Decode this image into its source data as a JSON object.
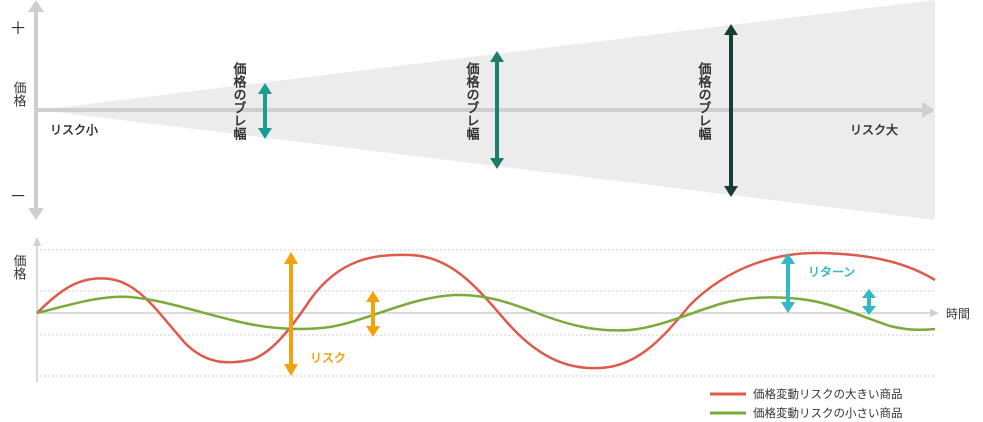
{
  "top_diagram": {
    "y_axis_label": "価格",
    "y_axis_plus": "＋",
    "y_axis_minus": "－",
    "x_axis_left_label": "リスク小",
    "x_axis_right_label": "リスク大",
    "arrow_label": "価格のブレ幅",
    "arrows": [
      {
        "color": "#1b9c92",
        "level": "small"
      },
      {
        "color": "#1e7c6b",
        "level": "medium"
      },
      {
        "color": "#173d36",
        "level": "large"
      }
    ]
  },
  "bottom_diagram": {
    "y_axis_label": "価格",
    "x_axis_label": "時間",
    "risk_label": "リスク",
    "return_label": "リターン",
    "colors": {
      "high_risk_line": "#e05a4b",
      "low_risk_line": "#79aa3a",
      "risk_arrow": "#f2a20a",
      "return_arrow": "#33b8c9"
    },
    "legend": [
      {
        "label": "価格変動リスクの大きい商品",
        "color": "#e05a4b"
      },
      {
        "label": "価格変動リスクの小さい商品",
        "color": "#79aa3a"
      }
    ]
  }
}
